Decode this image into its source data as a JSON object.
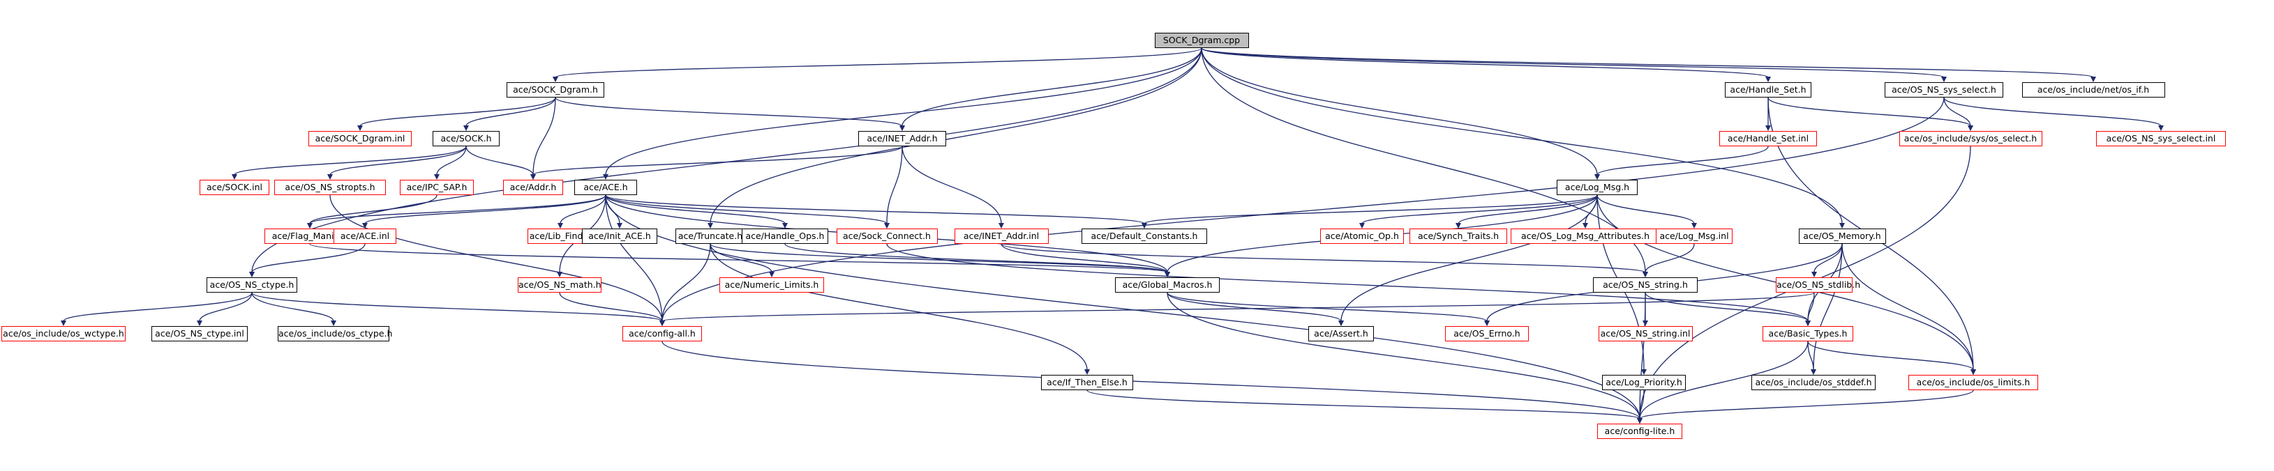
{
  "diagram": {
    "edge_color": "#1f2a6b",
    "root_fill": "#bfbfbf",
    "root": "n0",
    "nodes": [
      {
        "id": "n0",
        "label": "SOCK_Dgram.cpp",
        "style": "root"
      },
      {
        "id": "n1",
        "label": "ace/SOCK_Dgram.h",
        "style": "black"
      },
      {
        "id": "n2",
        "label": "ace/Handle_Set.h",
        "style": "black"
      },
      {
        "id": "n3",
        "label": "ace/OS_NS_sys_select.h",
        "style": "black"
      },
      {
        "id": "n4",
        "label": "ace/os_include/net/os_if.h",
        "style": "black"
      },
      {
        "id": "n5",
        "label": "ace/SOCK_Dgram.inl",
        "style": "red"
      },
      {
        "id": "n6",
        "label": "ace/SOCK.h",
        "style": "black"
      },
      {
        "id": "n7",
        "label": "ace/INET_Addr.h",
        "style": "black"
      },
      {
        "id": "n8",
        "label": "ace/Handle_Set.inl",
        "style": "red"
      },
      {
        "id": "n9",
        "label": "ace/os_include/sys/os_select.h",
        "style": "red"
      },
      {
        "id": "n10",
        "label": "ace/OS_NS_sys_select.inl",
        "style": "red"
      },
      {
        "id": "n11",
        "label": "ace/SOCK.inl",
        "style": "red"
      },
      {
        "id": "n12",
        "label": "ace/OS_NS_stropts.h",
        "style": "red"
      },
      {
        "id": "n13",
        "label": "ace/IPC_SAP.h",
        "style": "red"
      },
      {
        "id": "n14",
        "label": "ace/Addr.h",
        "style": "red"
      },
      {
        "id": "n15",
        "label": "ace/ACE.h",
        "style": "black"
      },
      {
        "id": "n16",
        "label": "ace/Log_Msg.h",
        "style": "black"
      },
      {
        "id": "n17",
        "label": "ace/Flag_Manip.h",
        "style": "red"
      },
      {
        "id": "n18",
        "label": "ace/ACE.inl",
        "style": "red"
      },
      {
        "id": "n19",
        "label": "ace/Lib_Find.h",
        "style": "red"
      },
      {
        "id": "n20",
        "label": "ace/Init_ACE.h",
        "style": "black"
      },
      {
        "id": "n21",
        "label": "ace/Truncate.h",
        "style": "black"
      },
      {
        "id": "n22",
        "label": "ace/Handle_Ops.h",
        "style": "black"
      },
      {
        "id": "n23",
        "label": "ace/Sock_Connect.h",
        "style": "red"
      },
      {
        "id": "n24",
        "label": "ace/INET_Addr.inl",
        "style": "red"
      },
      {
        "id": "n25",
        "label": "ace/Default_Constants.h",
        "style": "black"
      },
      {
        "id": "n26",
        "label": "ace/Atomic_Op.h",
        "style": "red"
      },
      {
        "id": "n27",
        "label": "ace/Synch_Traits.h",
        "style": "red"
      },
      {
        "id": "n28",
        "label": "ace/OS_Log_Msg_Attributes.h",
        "style": "red"
      },
      {
        "id": "n29",
        "label": "ace/Log_Msg.inl",
        "style": "red"
      },
      {
        "id": "n30",
        "label": "ace/OS_Memory.h",
        "style": "black"
      },
      {
        "id": "n31",
        "label": "ace/OS_NS_ctype.h",
        "style": "black"
      },
      {
        "id": "n32",
        "label": "ace/OS_NS_math.h",
        "style": "red"
      },
      {
        "id": "n33",
        "label": "ace/Numeric_Limits.h",
        "style": "red"
      },
      {
        "id": "n34",
        "label": "ace/Global_Macros.h",
        "style": "black"
      },
      {
        "id": "n35",
        "label": "ace/OS_NS_string.h",
        "style": "black"
      },
      {
        "id": "n36",
        "label": "ace/OS_NS_stdlib.h",
        "style": "red"
      },
      {
        "id": "n37",
        "label": "ace/os_include/os_wctype.h",
        "style": "red"
      },
      {
        "id": "n38",
        "label": "ace/OS_NS_ctype.inl",
        "style": "black"
      },
      {
        "id": "n39",
        "label": "ace/os_include/os_ctype.h",
        "style": "black"
      },
      {
        "id": "n40",
        "label": "ace/config-all.h",
        "style": "red"
      },
      {
        "id": "n41",
        "label": "ace/Assert.h",
        "style": "black"
      },
      {
        "id": "n42",
        "label": "ace/OS_Errno.h",
        "style": "red"
      },
      {
        "id": "n43",
        "label": "ace/OS_NS_string.inl",
        "style": "red"
      },
      {
        "id": "n44",
        "label": "ace/Basic_Types.h",
        "style": "red"
      },
      {
        "id": "n45",
        "label": "ace/If_Then_Else.h",
        "style": "black"
      },
      {
        "id": "n46",
        "label": "ace/Log_Priority.h",
        "style": "black"
      },
      {
        "id": "n47",
        "label": "ace/os_include/os_stddef.h",
        "style": "black"
      },
      {
        "id": "n48",
        "label": "ace/os_include/os_limits.h",
        "style": "red"
      },
      {
        "id": "n49",
        "label": "ace/config-lite.h",
        "style": "red"
      }
    ],
    "edges": [
      [
        "n0",
        "n1"
      ],
      [
        "n0",
        "n2"
      ],
      [
        "n0",
        "n3"
      ],
      [
        "n0",
        "n4"
      ],
      [
        "n0",
        "n7"
      ],
      [
        "n0",
        "n15"
      ],
      [
        "n0",
        "n16"
      ],
      [
        "n0",
        "n21"
      ],
      [
        "n0",
        "n30"
      ],
      [
        "n0",
        "n31"
      ],
      [
        "n0",
        "n35"
      ],
      [
        "n1",
        "n5"
      ],
      [
        "n1",
        "n6"
      ],
      [
        "n1",
        "n7"
      ],
      [
        "n1",
        "n14"
      ],
      [
        "n2",
        "n8"
      ],
      [
        "n2",
        "n9"
      ],
      [
        "n2",
        "n48"
      ],
      [
        "n3",
        "n9"
      ],
      [
        "n3",
        "n10"
      ],
      [
        "n3",
        "n40"
      ],
      [
        "n6",
        "n11"
      ],
      [
        "n6",
        "n12"
      ],
      [
        "n6",
        "n13"
      ],
      [
        "n6",
        "n14"
      ],
      [
        "n7",
        "n14"
      ],
      [
        "n7",
        "n23"
      ],
      [
        "n7",
        "n24"
      ],
      [
        "n8",
        "n16"
      ],
      [
        "n9",
        "n49"
      ],
      [
        "n12",
        "n40"
      ],
      [
        "n13",
        "n17"
      ],
      [
        "n15",
        "n17"
      ],
      [
        "n15",
        "n18"
      ],
      [
        "n15",
        "n19"
      ],
      [
        "n15",
        "n20"
      ],
      [
        "n15",
        "n22"
      ],
      [
        "n15",
        "n23"
      ],
      [
        "n15",
        "n25"
      ],
      [
        "n15",
        "n32"
      ],
      [
        "n15",
        "n34"
      ],
      [
        "n15",
        "n40"
      ],
      [
        "n15",
        "n49"
      ],
      [
        "n16",
        "n25"
      ],
      [
        "n16",
        "n26"
      ],
      [
        "n16",
        "n27"
      ],
      [
        "n16",
        "n28"
      ],
      [
        "n16",
        "n29"
      ],
      [
        "n16",
        "n34"
      ],
      [
        "n16",
        "n41"
      ],
      [
        "n16",
        "n46"
      ],
      [
        "n16",
        "n48"
      ],
      [
        "n17",
        "n34"
      ],
      [
        "n18",
        "n31"
      ],
      [
        "n21",
        "n33"
      ],
      [
        "n21",
        "n34"
      ],
      [
        "n21",
        "n40"
      ],
      [
        "n21",
        "n45"
      ],
      [
        "n22",
        "n34"
      ],
      [
        "n23",
        "n44"
      ],
      [
        "n24",
        "n34"
      ],
      [
        "n24",
        "n35"
      ],
      [
        "n29",
        "n35"
      ],
      [
        "n30",
        "n36"
      ],
      [
        "n30",
        "n42"
      ],
      [
        "n30",
        "n44"
      ],
      [
        "n30",
        "n47"
      ],
      [
        "n30",
        "n48"
      ],
      [
        "n31",
        "n37"
      ],
      [
        "n31",
        "n38"
      ],
      [
        "n31",
        "n39"
      ],
      [
        "n31",
        "n40"
      ],
      [
        "n32",
        "n40"
      ],
      [
        "n34",
        "n41"
      ],
      [
        "n34",
        "n42"
      ],
      [
        "n34",
        "n49"
      ],
      [
        "n35",
        "n43"
      ],
      [
        "n35",
        "n44"
      ],
      [
        "n35",
        "n49"
      ],
      [
        "n36",
        "n40"
      ],
      [
        "n36",
        "n44"
      ],
      [
        "n40",
        "n49"
      ],
      [
        "n44",
        "n47"
      ],
      [
        "n44",
        "n48"
      ],
      [
        "n44",
        "n49"
      ],
      [
        "n45",
        "n49"
      ],
      [
        "n46",
        "n49"
      ],
      [
        "n48",
        "n49"
      ]
    ]
  }
}
